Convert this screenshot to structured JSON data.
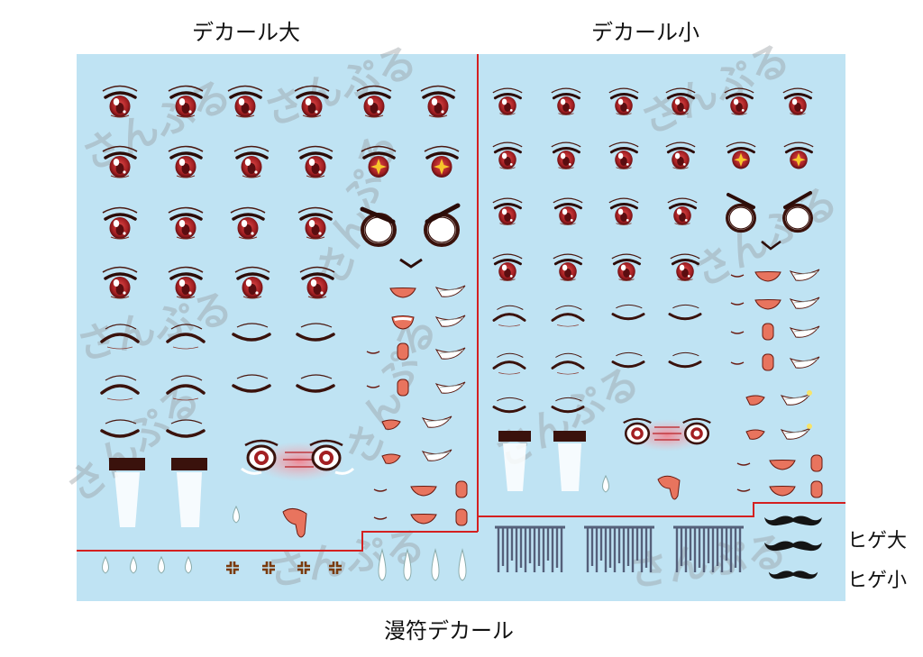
{
  "labels": {
    "decal_large": "デカール大",
    "decal_small": "デカール小",
    "mustache_large": "ヒゲ大",
    "mustache_small": "ヒゲ小",
    "manpu_decal": "漫符デカール"
  },
  "watermark_text": "さんぷる",
  "colors": {
    "sheet_bg": "#bfe3f3",
    "divider": "#d42020",
    "iris": "#a31f22",
    "lash": "#4a1810",
    "mouth": "#e8745e",
    "teeth": "#ffffff",
    "blush": "#f3a1a8",
    "sparkle": "#f7c62a",
    "anger": "#7a3a0c",
    "tear": "#ffffff",
    "stripe": "#55607a",
    "mustache": "#141414",
    "watermark": "#9aa1a6"
  },
  "icons": [
    "eye-icon",
    "closed-eye-icon",
    "sparkle-eye-icon",
    "angry-eye-icon",
    "mouth-icon",
    "tear-icon",
    "crying-eyes-icon",
    "anger-mark-icon",
    "gloom-lines-icon",
    "mustache-icon"
  ]
}
